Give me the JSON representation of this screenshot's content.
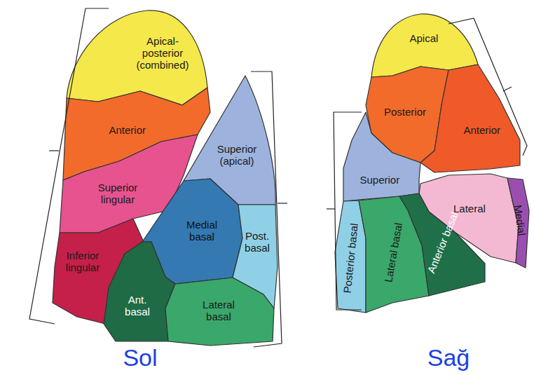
{
  "diagram": {
    "nodes": [
      {
        "text": [
          "Apical-posterior (combined)"
        ]
      },
      {
        "text": [
          "Anterior"
        ]
      },
      {
        "text": [
          "Superior lingular"
        ]
      },
      {
        "text": [
          "Inferior lingular"
        ]
      },
      {
        "text": [
          "Superior (apical)"
        ]
      },
      {
        "text": [
          "Medial basal"
        ]
      },
      {
        "text": [
          "Post. basal"
        ]
      },
      {
        "text": [
          "Ant. basal"
        ]
      },
      {
        "text": [
          "Lateral basal"
        ]
      },
      {
        "text": [
          "Apical"
        ]
      },
      {
        "text": [
          "Posterior"
        ]
      },
      {
        "text": [
          "Anterior"
        ]
      },
      {
        "text": [
          "Superior"
        ]
      },
      {
        "text": [
          "Lateral"
        ]
      },
      {
        "text": [
          "Medial"
        ]
      },
      {
        "text": [
          "Posterior basal"
        ]
      },
      {
        "text": [
          "Lateral basal"
        ]
      },
      {
        "text": [
          "Anterior basal"
        ]
      }
    ],
    "labels": [
      "Sol",
      "Sağ"
    ]
  }
}
